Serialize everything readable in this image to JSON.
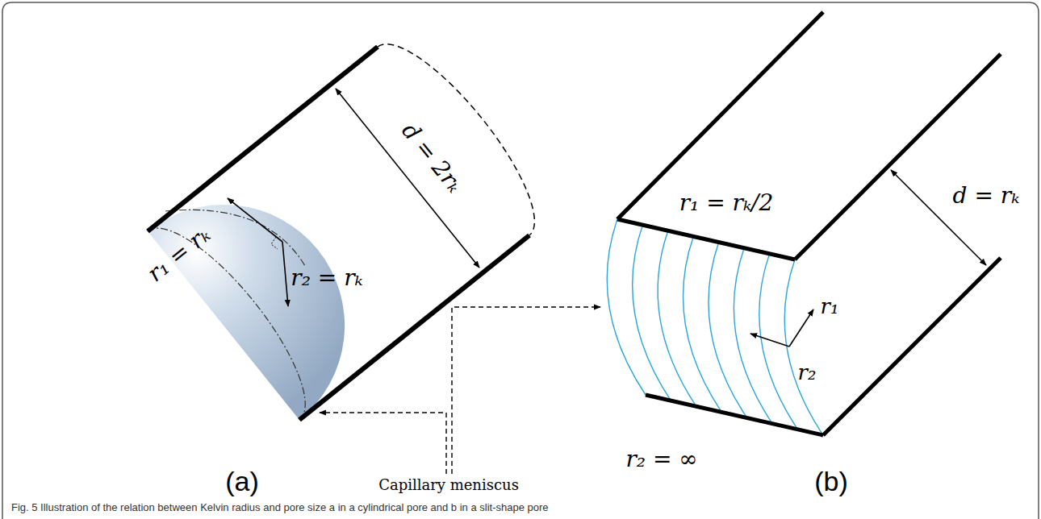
{
  "diagram": {
    "caption": "Fig. 5 Illustration of the relation between Kelvin radius and pore size a in a cylindrical pore and b in a slit-shape pore",
    "labels": [
      "r₁ = rₖ",
      "r₂ = rₖ",
      "d = 2rₖ",
      "r₁ = rₖ/2",
      "r₁",
      "r₂",
      "r₂ = ∞",
      "d = rₖ",
      "Capillary meniscus",
      "(a)",
      "(b)"
    ]
  }
}
